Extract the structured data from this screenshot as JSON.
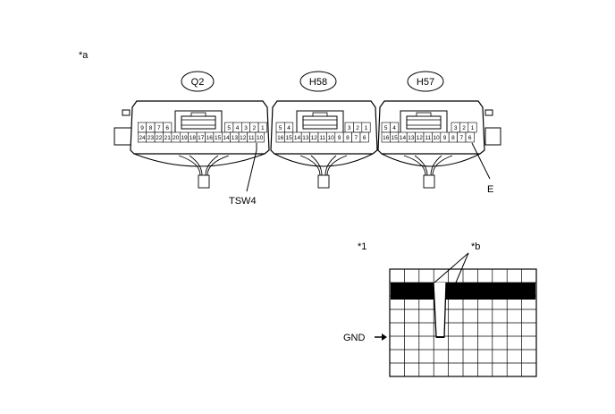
{
  "callouts": {
    "a": "*a",
    "one": "*1",
    "b": "*b"
  },
  "connectors": [
    {
      "id": "Q2",
      "label": "Q2",
      "top_pins_left": [
        "9",
        "8",
        "7",
        "6"
      ],
      "top_pins_right": [
        "5",
        "4",
        "3",
        "2",
        "1"
      ],
      "bottom_pins": [
        "24",
        "23",
        "22",
        "21",
        "20",
        "19",
        "18",
        "17",
        "16",
        "15",
        "14",
        "13",
        "12",
        "11",
        "10"
      ]
    },
    {
      "id": "H58",
      "label": "H58",
      "top_pins_left": [
        "5",
        "4"
      ],
      "top_pins_right": [
        "3",
        "2",
        "1"
      ],
      "bottom_pins": [
        "16",
        "15",
        "14",
        "13",
        "12",
        "11",
        "10",
        "9",
        "8",
        "7",
        "6"
      ]
    },
    {
      "id": "H57",
      "label": "H57",
      "top_pins_left": [
        "5",
        "4"
      ],
      "top_pins_right": [
        "3",
        "2",
        "1"
      ],
      "bottom_pins": [
        "16",
        "15",
        "14",
        "13",
        "12",
        "11",
        "10",
        "9",
        "8",
        "7",
        "6"
      ]
    }
  ],
  "terminal_labels": {
    "tsw4": "TSW4",
    "e": "E"
  },
  "scope": {
    "gnd_label": "GND",
    "grid_color": "#000000"
  }
}
